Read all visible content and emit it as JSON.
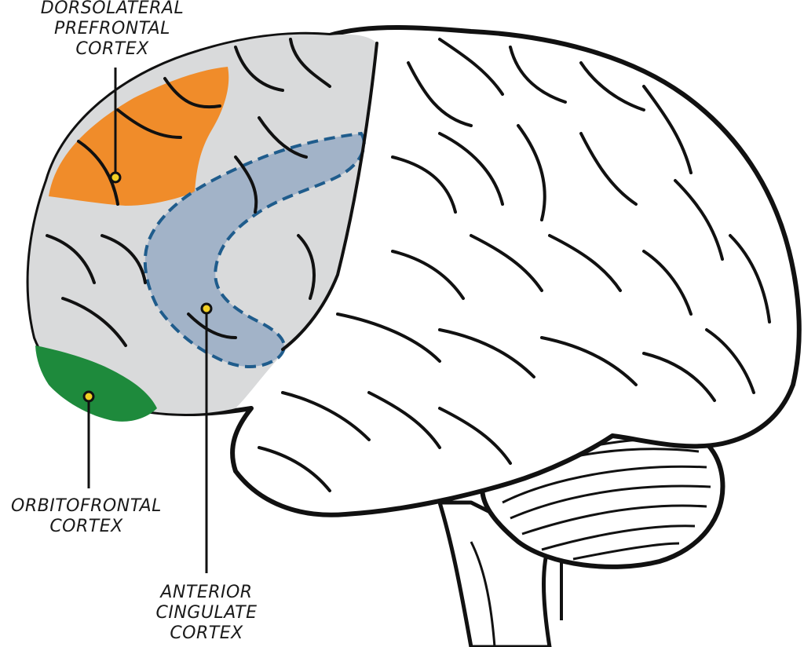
{
  "regions": {
    "dlpfc": {
      "lines": [
        "DORSOLATERAL",
        "PREFRONTAL",
        "CORTEX"
      ],
      "color": "#F08C2A"
    },
    "acc": {
      "lines": [
        "ANTERIOR",
        "CINGULATE",
        "CORTEX"
      ],
      "color": "#8FA5C2",
      "outline": "#1F5C8C"
    },
    "ofc": {
      "lines": [
        "ORBITOFRONTAL",
        "CORTEX"
      ],
      "color": "#1E8A3C"
    }
  },
  "colors": {
    "frontal_lobe_shade": "#D9DADB",
    "outline": "#111111",
    "marker_fill": "#F2D024"
  }
}
